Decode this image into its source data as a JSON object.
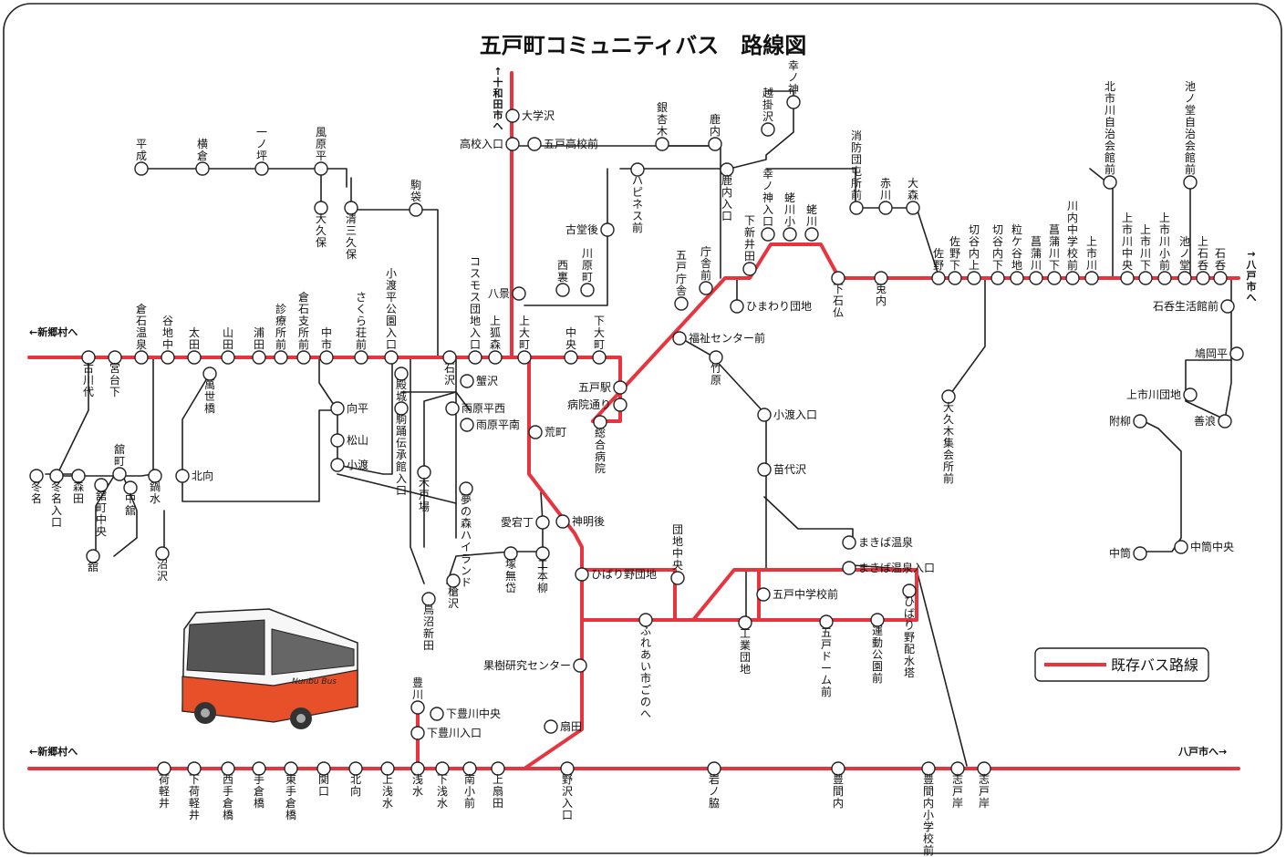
{
  "title": "五戸町コミュニティバス　路線図",
  "colors": {
    "existing_route": "#e8343e",
    "community_route": "#222222",
    "background": "#ffffff"
  },
  "legend": {
    "label": "既存バス路線"
  },
  "bus_logo": "Nunbu Bus",
  "bus_icon": "bus-icon",
  "directions": [
    {
      "id": "d1",
      "text": "←新郷村へ"
    },
    {
      "id": "d2",
      "text": "←新郷村へ"
    },
    {
      "id": "d3",
      "text": "八戸市へ→"
    },
    {
      "id": "d4",
      "text": "↑十和田市へ"
    },
    {
      "id": "d5",
      "text": "→八戸市へ"
    }
  ],
  "stops": [
    {
      "id": "s1",
      "name": "平成"
    },
    {
      "id": "s2",
      "name": "横倉"
    },
    {
      "id": "s3",
      "name": "一ノ坪"
    },
    {
      "id": "s4",
      "name": "風原平"
    },
    {
      "id": "s5",
      "name": "大久保"
    },
    {
      "id": "s6",
      "name": "清三久保"
    },
    {
      "id": "s7",
      "name": "駒袋"
    },
    {
      "id": "s8",
      "name": "大学沢"
    },
    {
      "id": "s9",
      "name": "高校入口"
    },
    {
      "id": "s10",
      "name": "五戸高校前"
    },
    {
      "id": "s11",
      "name": "銀杏木"
    },
    {
      "id": "s12",
      "name": "鹿内"
    },
    {
      "id": "s13",
      "name": "越掛沢"
    },
    {
      "id": "s14",
      "name": "幸ノ神"
    },
    {
      "id": "s15",
      "name": "ハピネス前"
    },
    {
      "id": "s16",
      "name": "鹿内入口"
    },
    {
      "id": "s17",
      "name": "古堂後"
    },
    {
      "id": "s18",
      "name": "幸ノ神入口"
    },
    {
      "id": "s19",
      "name": "蛯川小"
    },
    {
      "id": "s20",
      "name": "蛯川"
    },
    {
      "id": "s21",
      "name": "下新井田"
    },
    {
      "id": "s22",
      "name": "消防団屯所前"
    },
    {
      "id": "s23",
      "name": "赤川"
    },
    {
      "id": "s24",
      "name": "大森"
    },
    {
      "id": "s25",
      "name": "下石仏"
    },
    {
      "id": "s26",
      "name": "兎内"
    },
    {
      "id": "s27",
      "name": "佐野"
    },
    {
      "id": "s28",
      "name": "佐野下"
    },
    {
      "id": "s29",
      "name": "切谷内上"
    },
    {
      "id": "s30",
      "name": "切谷内下"
    },
    {
      "id": "s31",
      "name": "粒ケ谷地"
    },
    {
      "id": "s32",
      "name": "菖蒲川"
    },
    {
      "id": "s33",
      "name": "菖蒲川下"
    },
    {
      "id": "s34",
      "name": "川内中学校前"
    },
    {
      "id": "s35",
      "name": "上市川"
    },
    {
      "id": "s36",
      "name": "北市川自治会館前"
    },
    {
      "id": "s37",
      "name": "上市川中央"
    },
    {
      "id": "s38",
      "name": "上市川下"
    },
    {
      "id": "s39",
      "name": "上市川小前"
    },
    {
      "id": "s40",
      "name": "池ノ堂"
    },
    {
      "id": "s41",
      "name": "上石呑"
    },
    {
      "id": "s42",
      "name": "石呑"
    },
    {
      "id": "s43",
      "name": "池ノ堂自治会館前"
    },
    {
      "id": "s44",
      "name": "石呑生活館前"
    },
    {
      "id": "s45",
      "name": "鳩岡平"
    },
    {
      "id": "s46",
      "name": "上市川団地"
    },
    {
      "id": "s47",
      "name": "善浪"
    },
    {
      "id": "s48",
      "name": "附柳"
    },
    {
      "id": "s49",
      "name": "中筒中央"
    },
    {
      "id": "s50",
      "name": "中筒"
    },
    {
      "id": "s51",
      "name": "大久木集会所前"
    },
    {
      "id": "s52",
      "name": "五戸庁舎"
    },
    {
      "id": "s53",
      "name": "庁舎前"
    },
    {
      "id": "s54",
      "name": "ひまわり団地"
    },
    {
      "id": "s55",
      "name": "西裏"
    },
    {
      "id": "s56",
      "name": "川原町"
    },
    {
      "id": "s57",
      "name": "八景"
    },
    {
      "id": "s58",
      "name": "倉石温泉"
    },
    {
      "id": "s59",
      "name": "谷地中"
    },
    {
      "id": "s60",
      "name": "太田"
    },
    {
      "id": "s61",
      "name": "山田"
    },
    {
      "id": "s62",
      "name": "浦田"
    },
    {
      "id": "s63",
      "name": "診療所前"
    },
    {
      "id": "s64",
      "name": "倉石支所前"
    },
    {
      "id": "s65",
      "name": "中市"
    },
    {
      "id": "s66",
      "name": "さくら荘前"
    },
    {
      "id": "s67",
      "name": "小渡平公園入口"
    },
    {
      "id": "s68",
      "name": "コスモス団地入口"
    },
    {
      "id": "s69",
      "name": "上狐森"
    },
    {
      "id": "s70",
      "name": "上大町"
    },
    {
      "id": "s71",
      "name": "中央"
    },
    {
      "id": "s72",
      "name": "下大町"
    },
    {
      "id": "s73",
      "name": "古川代"
    },
    {
      "id": "s74",
      "name": "宮台下"
    },
    {
      "id": "s75",
      "name": "萬世橋"
    },
    {
      "id": "s76",
      "name": "殿城"
    },
    {
      "id": "s77",
      "name": "石沢"
    },
    {
      "id": "s78",
      "name": "蟹沢"
    },
    {
      "id": "s79",
      "name": "五戸駅"
    },
    {
      "id": "s80",
      "name": "病院通り"
    },
    {
      "id": "s81",
      "name": "総合病院"
    },
    {
      "id": "s82",
      "name": "福祉センター前"
    },
    {
      "id": "s83",
      "name": "竹原"
    },
    {
      "id": "s84",
      "name": "向平"
    },
    {
      "id": "s85",
      "name": "松山"
    },
    {
      "id": "s86",
      "name": "小渡"
    },
    {
      "id": "s87",
      "name": "駒踊伝承館入口"
    },
    {
      "id": "s88",
      "name": "雨原平西"
    },
    {
      "id": "s89",
      "name": "雨原平南"
    },
    {
      "id": "s90",
      "name": "荒町"
    },
    {
      "id": "s91",
      "name": "小渡入口"
    },
    {
      "id": "s92",
      "name": "苗代沢"
    },
    {
      "id": "s93",
      "name": "冬名"
    },
    {
      "id": "s94",
      "name": "冬名入口"
    },
    {
      "id": "s95",
      "name": "森田"
    },
    {
      "id": "s96",
      "name": "舘町"
    },
    {
      "id": "s97",
      "name": "舘町中央"
    },
    {
      "id": "s98",
      "name": "中舘"
    },
    {
      "id": "s99",
      "name": "鍋水"
    },
    {
      "id": "s100",
      "name": "北向"
    },
    {
      "id": "s101",
      "name": "舘"
    },
    {
      "id": "s102",
      "name": "沼沢"
    },
    {
      "id": "s103",
      "name": "木戸場"
    },
    {
      "id": "s104",
      "name": "夢の森ハイランド"
    },
    {
      "id": "s105",
      "name": "愛宕丁"
    },
    {
      "id": "s106",
      "name": "神明後"
    },
    {
      "id": "s107",
      "name": "二本柳"
    },
    {
      "id": "s108",
      "name": "塚無岱"
    },
    {
      "id": "s109",
      "name": "槍沢"
    },
    {
      "id": "s110",
      "name": "鳥沼新田"
    },
    {
      "id": "s111",
      "name": "ひばり野団地"
    },
    {
      "id": "s112",
      "name": "団地中央"
    },
    {
      "id": "s113",
      "name": "まきば温泉"
    },
    {
      "id": "s114",
      "name": "まきば温泉入口"
    },
    {
      "id": "s115",
      "name": "五戸中学校前"
    },
    {
      "id": "s116",
      "name": "ひばり野配水塔"
    },
    {
      "id": "s117",
      "name": "ふれあい市ごのへ"
    },
    {
      "id": "s118",
      "name": "工業団地"
    },
    {
      "id": "s119",
      "name": "五戸ドーム前"
    },
    {
      "id": "s120",
      "name": "運動公園前"
    },
    {
      "id": "s121",
      "name": "果樹研究センター"
    },
    {
      "id": "s122",
      "name": "扇田"
    },
    {
      "id": "s123",
      "name": "豊川"
    },
    {
      "id": "s124",
      "name": "下豊川中央"
    },
    {
      "id": "s125",
      "name": "下豊川入口"
    },
    {
      "id": "s126",
      "name": "荷軽井"
    },
    {
      "id": "s127",
      "name": "下荷軽井"
    },
    {
      "id": "s128",
      "name": "西手倉橋"
    },
    {
      "id": "s129",
      "name": "手倉橋"
    },
    {
      "id": "s130",
      "name": "東手倉橋"
    },
    {
      "id": "s131",
      "name": "関口"
    },
    {
      "id": "s132",
      "name": "北向"
    },
    {
      "id": "s133",
      "name": "上浅水"
    },
    {
      "id": "s134",
      "name": "浅水"
    },
    {
      "id": "s135",
      "name": "下浅水"
    },
    {
      "id": "s136",
      "name": "南小前"
    },
    {
      "id": "s137",
      "name": "上扇田"
    },
    {
      "id": "s138",
      "name": "野沢入口"
    },
    {
      "id": "s139",
      "name": "岩ノ脇"
    },
    {
      "id": "s140",
      "name": "豊間内"
    },
    {
      "id": "s141",
      "name": "豊間内小学校前"
    },
    {
      "id": "s142",
      "name": "志戸岸"
    },
    {
      "id": "s143",
      "name": "志戸岸"
    }
  ]
}
